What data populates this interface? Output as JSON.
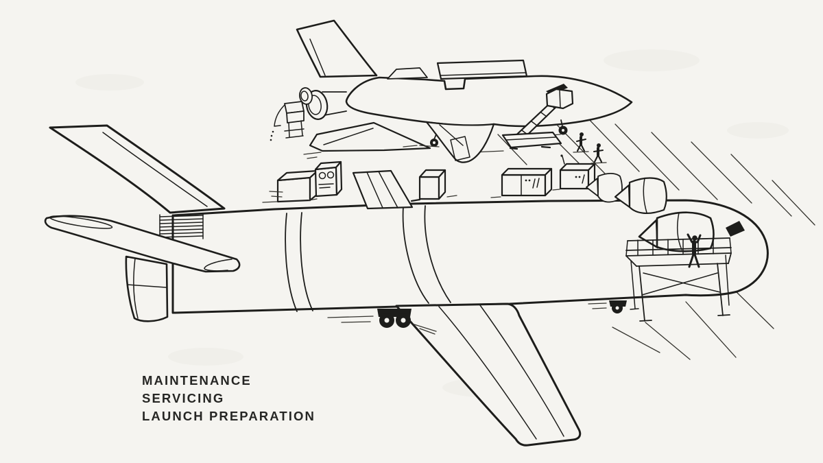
{
  "caption": {
    "lines": [
      "MAINTENANCE",
      "SERVICING",
      "LAUNCH PREPARATION"
    ]
  },
  "palette": {
    "ink": "#1d1d1b",
    "paper": "#f5f4f0",
    "caption_text": "#262624"
  }
}
